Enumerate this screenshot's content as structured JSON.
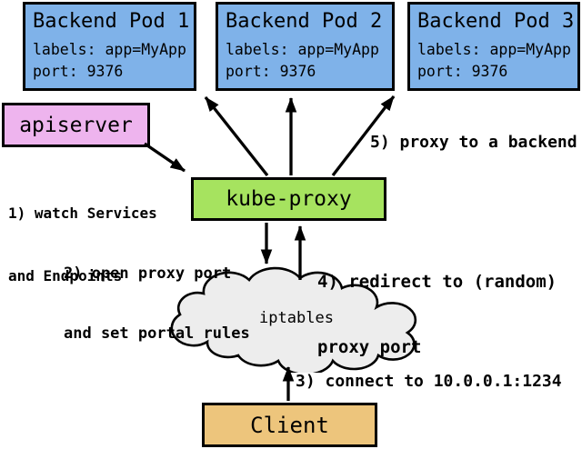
{
  "nodes": {
    "pods": [
      {
        "title": "Backend Pod 1",
        "labels": "labels: app=MyApp",
        "port": "port: 9376"
      },
      {
        "title": "Backend Pod 2",
        "labels": "labels: app=MyApp",
        "port": "port: 9376"
      },
      {
        "title": "Backend Pod 3",
        "labels": "labels: app=MyApp",
        "port": "port: 9376"
      }
    ],
    "apiserver": {
      "label": "apiserver"
    },
    "kube_proxy": {
      "label": "kube-proxy"
    },
    "iptables": {
      "label": "iptables"
    },
    "client": {
      "label": "Client"
    }
  },
  "annotations": {
    "step1_line1": "1) watch Services",
    "step1_line2": "and Endpoints",
    "step2_line1": "2) open proxy port",
    "step2_line2": "and set portal rules",
    "step3": "3) connect to 10.0.0.1:1234",
    "step4_line1": "4) redirect to (random)",
    "step4_line2": "proxy port",
    "step5": "5) proxy to a backend"
  },
  "colors": {
    "pod-blue": "#7fb2e9",
    "apiserver-purple": "#eeb4ee",
    "kubeproxy-green": "#a6e35f",
    "client-tan": "#edc57c",
    "cloud-gray": "#ededed",
    "line-black": "#000000"
  }
}
